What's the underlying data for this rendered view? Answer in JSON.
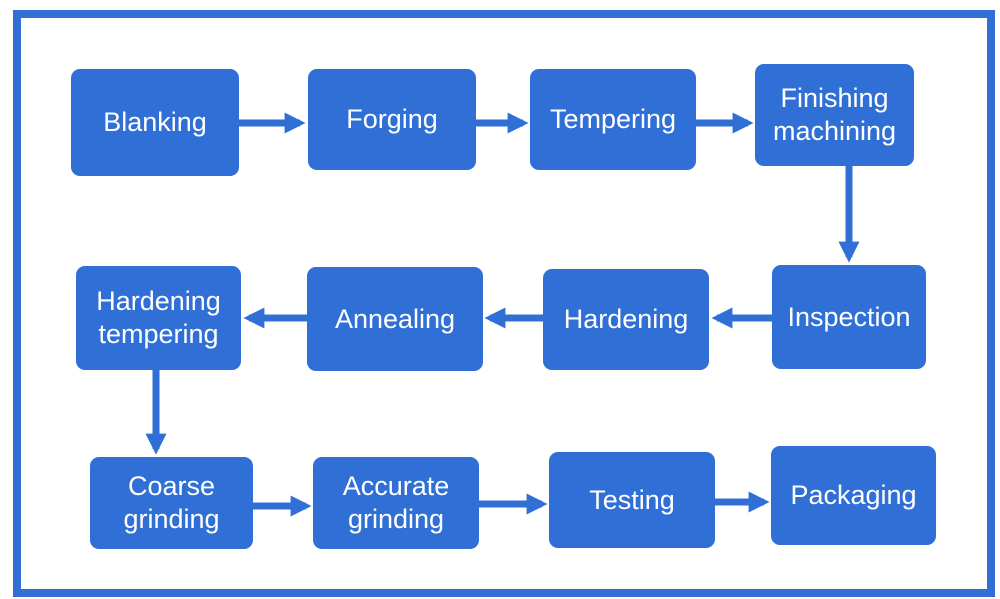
{
  "diagram": {
    "accent_color": "#2f6fd6",
    "steps": [
      {
        "id": "blanking",
        "lines": [
          "Blanking"
        ]
      },
      {
        "id": "forging",
        "lines": [
          "Forging"
        ]
      },
      {
        "id": "tempering",
        "lines": [
          "Tempering"
        ]
      },
      {
        "id": "finishing-machining",
        "lines": [
          "Finishing",
          "machining"
        ]
      },
      {
        "id": "inspection",
        "lines": [
          "Inspection"
        ]
      },
      {
        "id": "hardening",
        "lines": [
          "Hardening"
        ]
      },
      {
        "id": "annealing",
        "lines": [
          "Annealing"
        ]
      },
      {
        "id": "hardening-tempering",
        "lines": [
          "Hardening",
          "tempering"
        ]
      },
      {
        "id": "coarse-grinding",
        "lines": [
          "Coarse",
          "grinding"
        ]
      },
      {
        "id": "accurate-grinding",
        "lines": [
          "Accurate",
          "grinding"
        ]
      },
      {
        "id": "testing",
        "lines": [
          "Testing"
        ]
      },
      {
        "id": "packaging",
        "lines": [
          "Packaging"
        ]
      }
    ],
    "flow": [
      [
        "blanking",
        "forging"
      ],
      [
        "forging",
        "tempering"
      ],
      [
        "tempering",
        "finishing-machining"
      ],
      [
        "finishing-machining",
        "inspection"
      ],
      [
        "inspection",
        "hardening"
      ],
      [
        "hardening",
        "annealing"
      ],
      [
        "annealing",
        "hardening-tempering"
      ],
      [
        "hardening-tempering",
        "coarse-grinding"
      ],
      [
        "coarse-grinding",
        "accurate-grinding"
      ],
      [
        "accurate-grinding",
        "testing"
      ],
      [
        "testing",
        "packaging"
      ]
    ]
  }
}
